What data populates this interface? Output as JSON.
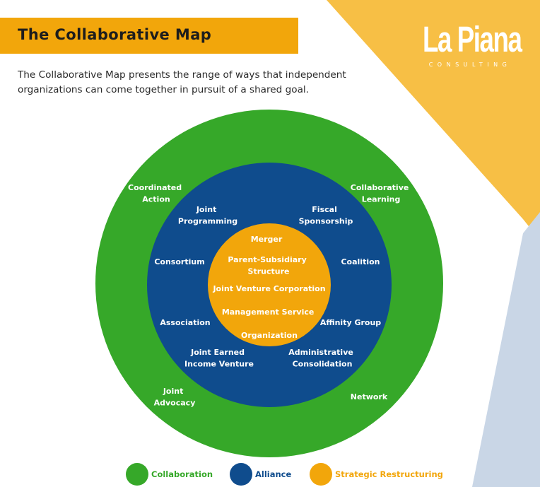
{
  "header": {
    "title": "The Collaborative Map",
    "intro_line1": "The Collaborative Map presents the range of ways that independent",
    "intro_line2": "organizations can come together in pursuit of a shared goal."
  },
  "logo": {
    "name": "La Piana",
    "tagline": "CONSULTING"
  },
  "colors": {
    "collaboration": "#36a829",
    "alliance": "#0f4c8d",
    "strategic_restructuring": "#f2a60b",
    "title_bar": "#f2a60b",
    "corner_yellow": "#f7bf45",
    "corner_blue": "#c9d6e6"
  },
  "diagram": {
    "collaboration": {
      "coordinated_action": [
        "Coordinated",
        "Action"
      ],
      "collaborative_learning": [
        "Collaborative",
        "Learning"
      ],
      "joint_advocacy": [
        "Joint",
        "Advocacy"
      ],
      "network": [
        "Network"
      ]
    },
    "alliance": {
      "joint_programming": [
        "Joint",
        "Programming"
      ],
      "fiscal_sponsorship": [
        "Fiscal",
        "Sponsorship"
      ],
      "consortium": [
        "Consortium"
      ],
      "coalition": [
        "Coalition"
      ],
      "association": [
        "Association"
      ],
      "affinity_group": [
        "Affinity Group"
      ],
      "joint_earned_income_venture": [
        "Joint Earned",
        "Income Venture"
      ],
      "administrative_consolidation": [
        "Administrative",
        "Consolidation"
      ]
    },
    "strategic_restructuring": {
      "merger": [
        "Merger"
      ],
      "parent_subsidiary": [
        "Parent-Subsidiary",
        "Structure"
      ],
      "joint_venture_corporation": [
        "Joint Venture Corporation"
      ],
      "management_service_organization": [
        "Management Service",
        "Organization"
      ]
    }
  },
  "legend": {
    "collaboration": "Collaboration",
    "alliance": "Alliance",
    "strategic_restructuring": "Strategic Restructuring"
  }
}
